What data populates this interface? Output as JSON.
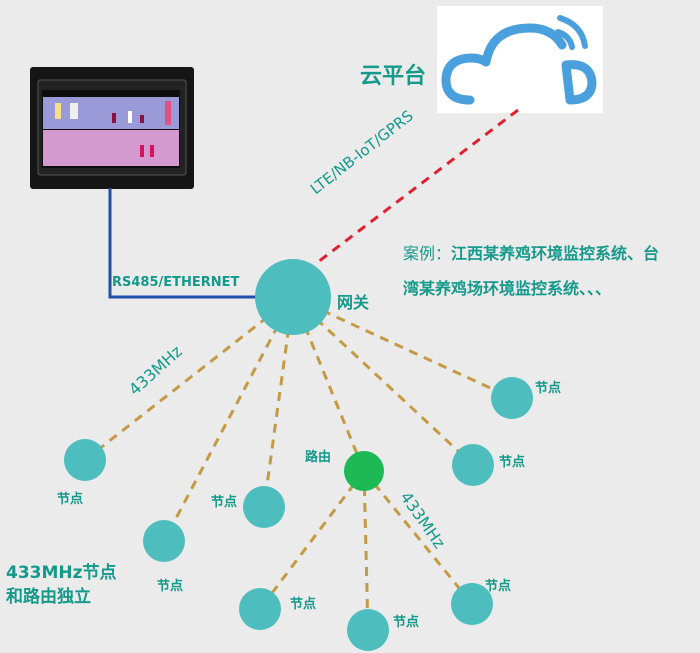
{
  "cloud": {
    "label": "云平台"
  },
  "links": {
    "wan": "LTE/NB-IoT/GPRS",
    "wired": "RS485/ETHERNET",
    "radio1": "433MHz",
    "radio2": "433MHz"
  },
  "gateway": {
    "label": "网关"
  },
  "router": {
    "label": "路由"
  },
  "node_label": "节点",
  "nodes": [
    "节点",
    "节点",
    "节点",
    "节点",
    "节点",
    "节点",
    "节点",
    "节点"
  ],
  "case": {
    "prefix": "案例：",
    "line1": "江西某养鸡环境监控系统、台",
    "line2": "湾某养鸡场环境监控系统、、、"
  },
  "note": {
    "line1": "433MHz节点",
    "line2": "和路由独立"
  },
  "colors": {
    "teal": "#4dbdbd",
    "router": "#1db954",
    "text": "#14998a",
    "radio": "#c49a45",
    "wan": "#e0202e",
    "wire": "#1f4fa8",
    "cloud": "#4aa0dc"
  }
}
